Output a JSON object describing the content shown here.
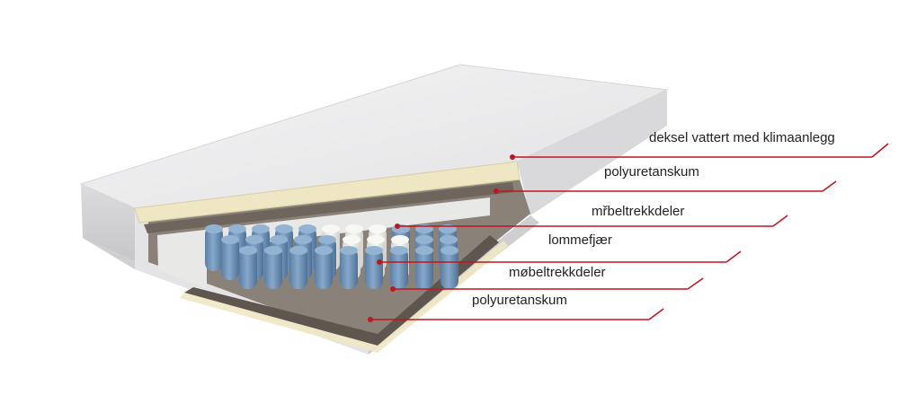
{
  "layers": [
    {
      "label": "deksel vattert med klimaanlegg",
      "name": "label-cover-quilted"
    },
    {
      "label": "polyuretanskum",
      "name": "label-polyurethane-foam-top"
    },
    {
      "label": "mřbeltrekkdeler",
      "name": "label-upholstery-felt-top"
    },
    {
      "label": "lommefjær",
      "name": "label-pocket-springs"
    },
    {
      "label": "møbeltrekkdeler",
      "name": "label-upholstery-felt-bottom"
    },
    {
      "label": "polyuretanskum",
      "name": "label-polyurethane-foam-bottom"
    }
  ],
  "colors": {
    "leader_line": "#c0151d",
    "cover": "#e9e9eb",
    "spring_blue": "#6e93b8",
    "spring_white": "#eeeeea",
    "foam": "#efe7c4",
    "felt": "#6e655c"
  }
}
